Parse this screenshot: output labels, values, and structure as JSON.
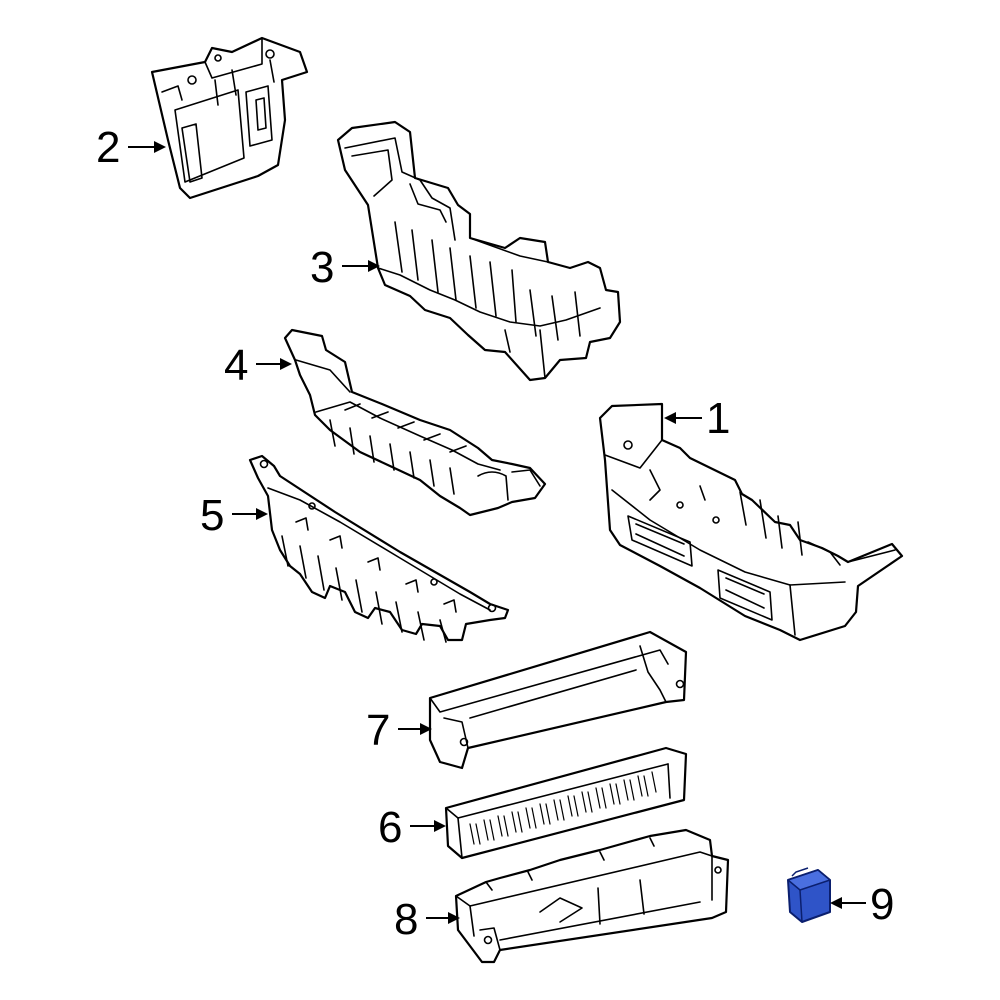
{
  "colors": {
    "background": "#ffffff",
    "line": "#000000",
    "highlight_fill": "#2f54c8",
    "highlight_stroke": "#0b1f6e"
  },
  "callouts": [
    "1",
    "2",
    "3",
    "4",
    "5",
    "6",
    "7",
    "8",
    "9"
  ],
  "highlighted_part": "9"
}
